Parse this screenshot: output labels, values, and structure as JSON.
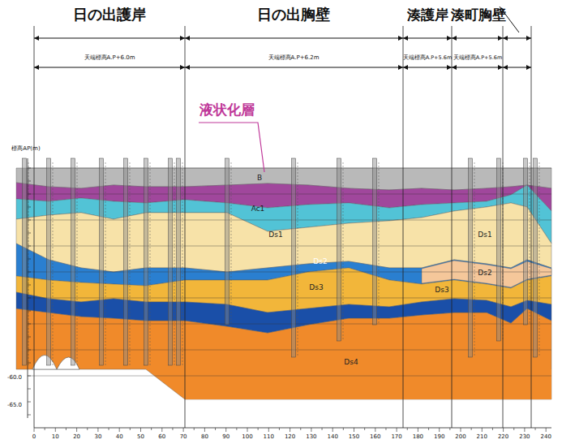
{
  "diagram": {
    "labels": [
      "日の出護岸",
      "日の出胸壁",
      "湊護岸",
      "湊町胸壁",
      "天端標高A.P+6.0m",
      "天端標高A.P+6.2m",
      "天端標高A.P+5.6m",
      "天端標高A.P+5.6m",
      "液状化層",
      "標高AP(m)",
      "-60.0",
      "-65.0",
      "B",
      "Ac1",
      "Ds1",
      "Ds2",
      "Ds3",
      "Ds4",
      "Ds1",
      "Ds2",
      "Ds3",
      "0",
      "10",
      "20",
      "30",
      "40",
      "50",
      "60",
      "70",
      "80",
      "90",
      "100",
      "110",
      "120",
      "130",
      "140",
      "150",
      "160",
      "170",
      "180",
      "190",
      "200",
      "210",
      "220",
      "230",
      "240"
    ]
  }
}
